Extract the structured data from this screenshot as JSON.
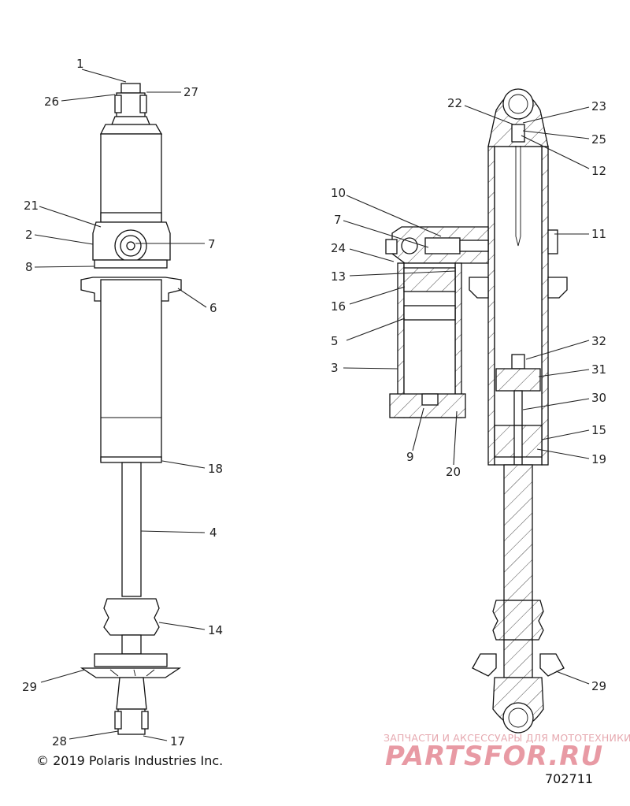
{
  "callouts": {
    "l1": "1",
    "l26": "26",
    "l27": "27",
    "l21": "21",
    "l2": "2",
    "l7": "7",
    "l8": "8",
    "l6": "6",
    "l18": "18",
    "l4": "4",
    "l14": "14",
    "l29": "29",
    "l28": "28",
    "l17": "17",
    "r22": "22",
    "r23": "23",
    "r25": "25",
    "r12": "12",
    "r10": "10",
    "r7": "7",
    "r11": "11",
    "r24": "24",
    "r13": "13",
    "r16": "16",
    "r5": "5",
    "r32": "32",
    "r3": "3",
    "r31": "31",
    "r30": "30",
    "r15": "15",
    "r9": "9",
    "r20": "20",
    "r19": "19",
    "r29": "29"
  },
  "footer": {
    "copyright": "© 2019 Polaris Industries Inc.",
    "figure_number": "702711"
  },
  "watermark": {
    "tagline": "ЗАПЧАСТИ И АКСЕССУАРЫ ДЛЯ МОТОТЕХНИКИ",
    "logo": "PARTSFOR.RU"
  },
  "colors": {
    "line": "#111111",
    "watermark": "#e89aa4"
  }
}
